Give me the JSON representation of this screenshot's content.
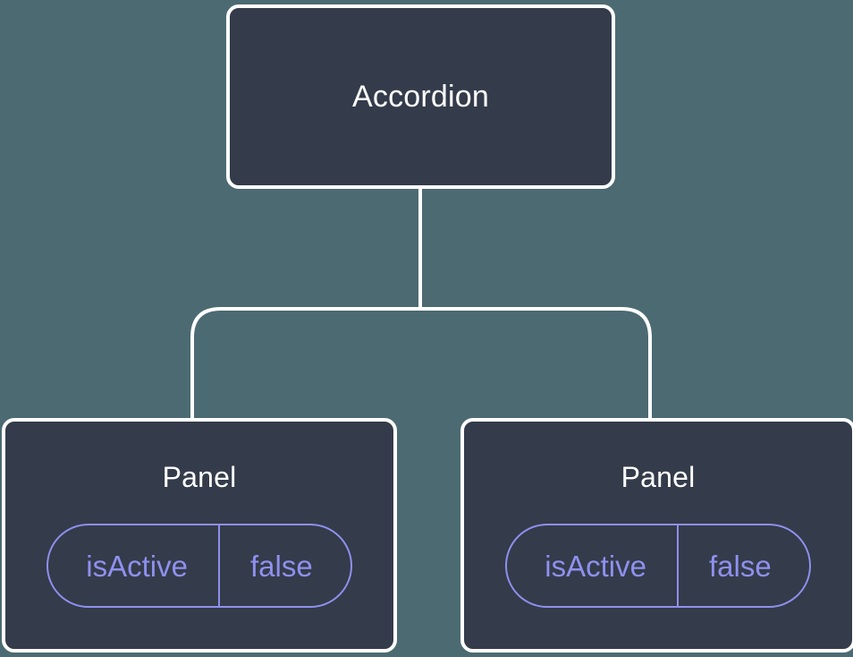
{
  "diagram": {
    "type": "component-tree",
    "background_color": "#4c6a72",
    "node_fill_color": "#343b4a",
    "node_border_color": "#ffffff",
    "accent_color": "#8e90ee",
    "connector_color": "#ffffff",
    "root": {
      "title": "Accordion"
    },
    "children": [
      {
        "title": "Panel",
        "state": {
          "key": "isActive",
          "value": "false"
        }
      },
      {
        "title": "Panel",
        "state": {
          "key": "isActive",
          "value": "false"
        }
      }
    ]
  }
}
